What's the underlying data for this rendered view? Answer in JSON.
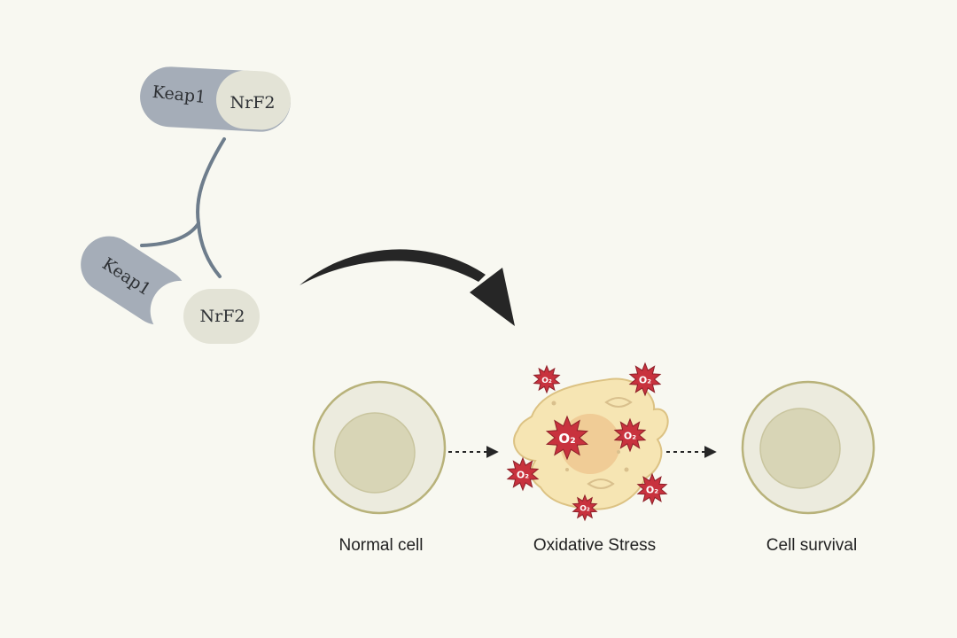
{
  "colors": {
    "background": "#f8f8f1",
    "keap1": "#a5adb8",
    "nrf2": "#e3e3d6",
    "connector": "#6e7d8c",
    "arrow": "#262626",
    "cell_outer": "#ecebde",
    "cell_border": "#b8b27a",
    "cell_nucleus": "#d8d5b6",
    "stressed_cell": "#f6e5b3",
    "stressed_nucleus": "#f0cc96",
    "ros": "#c8323e"
  },
  "complex": {
    "keap1_label": "Keap1",
    "nrf2_label": "NrF2"
  },
  "dissociated": {
    "keap1_label": "Keap1",
    "nrf2_label": "NrF2"
  },
  "ros_label": "O₂",
  "stages": [
    {
      "label": "Normal cell"
    },
    {
      "label": "Oxidative Stress"
    },
    {
      "label": "Cell survival"
    }
  ]
}
